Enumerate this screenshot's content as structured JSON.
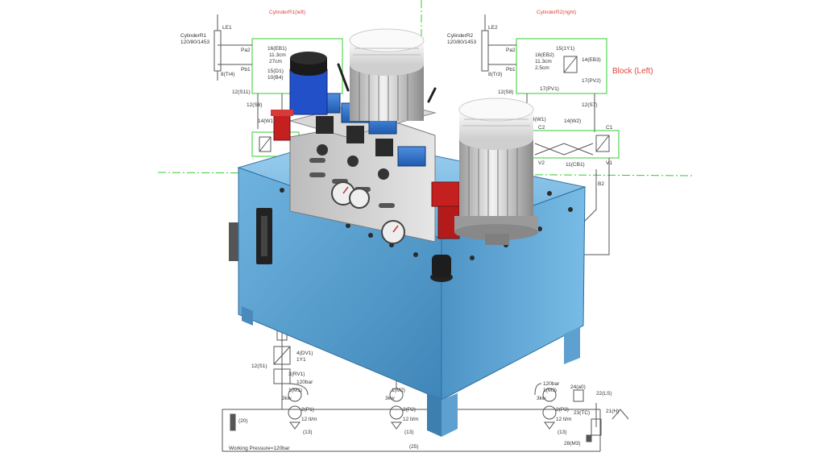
{
  "colors": {
    "line": "#555555",
    "green": "#33cc33",
    "red_text": "#e0443a",
    "tank": "#5ea8d6",
    "tank_dark": "#3f86b8",
    "tank_side": "#7cbde6"
  },
  "top_left": {
    "title": "CylinderR1(left)",
    "le": "LE1",
    "cylinder": "CylinderR1",
    "cyl_spec": "120/80/1453",
    "pa": "Pa2",
    "pb": "Pb1",
    "v16": "16(EB1)",
    "v16_a": "11.3cm",
    "v16_b": "27cm",
    "v15": "15(D1)",
    "v10": "10(B4)",
    "v8": "8(Tr4)",
    "v12a": "12(S11)",
    "v12b": "12(S8)",
    "v14": "14(W1)"
  },
  "top_right": {
    "title": "CylinderR2(right)",
    "le": "LE2",
    "cylinder": "CylinderR2",
    "cyl_spec": "120/80/1453",
    "block": "Block (Left)",
    "pa": "Pa2",
    "pb": "Pb1",
    "v16": "16(EB2)",
    "v16_a": "11.3cm",
    "v16_b": "2.5cm",
    "v15": "15(1Y1)",
    "v14": "14(EB3)",
    "v17": "17(PV1)",
    "v17b": "17(PV2)",
    "v8": "8(Tr3)",
    "v12a": "12(S8)",
    "v12b": "12(S7)",
    "c2": "C2",
    "c1": "C1",
    "v4": "4(W1)",
    "v14b": "14(W2)",
    "v2": "V2",
    "v1": "V1",
    "v11": "11(CB1)",
    "b2": "B2"
  },
  "bottom": {
    "v4": "4(DV1)",
    "v1y1": "1Y1",
    "v12": "12(S1)",
    "v3": "3(RV1)",
    "p_left": "120bar",
    "p_right": "120bar",
    "m1": "1(M1)",
    "m2": "1(M2)",
    "m3": "1(M3)",
    "kw": "3kw",
    "p1": "2(P1)",
    "p2": "2(P2)",
    "p3": "2(P3)",
    "flow1": "12 lt/m",
    "flow2": "12 lt/m",
    "flow3": "12 lt/m",
    "f13": "(13)",
    "v20": "(20)",
    "v25": "(25)",
    "v24": "24(a0)",
    "v22": "22(LS)",
    "v23": "23(TC)",
    "v21": "21(H)",
    "v28": "28(M3)",
    "working_pressure": "Working Pressure=120bar"
  }
}
